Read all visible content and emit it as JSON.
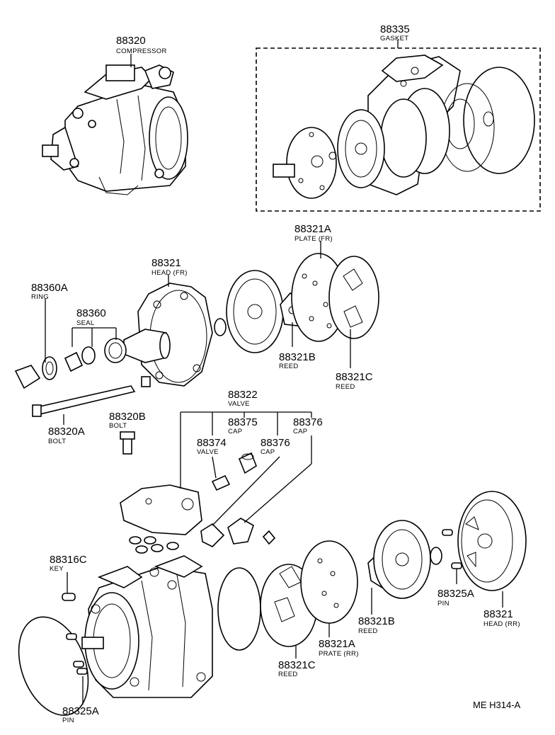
{
  "diagram": {
    "code": "ME H314-A",
    "labels": {
      "compressor_top": {
        "num": "88320",
        "name": "COMPRESSOR"
      },
      "gasket": {
        "num": "88335",
        "name": "GASKET"
      },
      "plate_fr": {
        "num": "88321A",
        "name": "PLATE (FR)"
      },
      "head_fr": {
        "num": "88321",
        "name": "HEAD (FR)"
      },
      "ring": {
        "num": "88360A",
        "name": "RING"
      },
      "seal": {
        "num": "88360",
        "name": "SEAL"
      },
      "reed_b_top": {
        "num": "88321B",
        "name": "REED"
      },
      "reed_c_top": {
        "num": "88321C",
        "name": "REED"
      },
      "bolt_a": {
        "num": "88320A",
        "name": "BOLT"
      },
      "valve_group": {
        "num": "88322",
        "name": "VALVE"
      },
      "bolt_b": {
        "num": "88320B",
        "name": "BOLT"
      },
      "cap_75": {
        "num": "88375",
        "name": "CAP"
      },
      "valve_74": {
        "num": "88374",
        "name": "VALVE"
      },
      "cap_76a": {
        "num": "88376",
        "name": "CAP"
      },
      "cap_76b": {
        "num": "88376",
        "name": "CAP"
      },
      "key": {
        "num": "88316C",
        "name": "KEY"
      },
      "pin_right": {
        "num": "88325A",
        "name": "PIN"
      },
      "head_rr": {
        "num": "88321",
        "name": "HEAD (RR)"
      },
      "reed_b_bot": {
        "num": "88321B",
        "name": "REED"
      },
      "plate_rr": {
        "num": "88321A",
        "name": "PRATE (RR)"
      },
      "reed_c_bot": {
        "num": "88321C",
        "name": "REED"
      },
      "pin_left": {
        "num": "88325A",
        "name": "PIN"
      }
    }
  }
}
